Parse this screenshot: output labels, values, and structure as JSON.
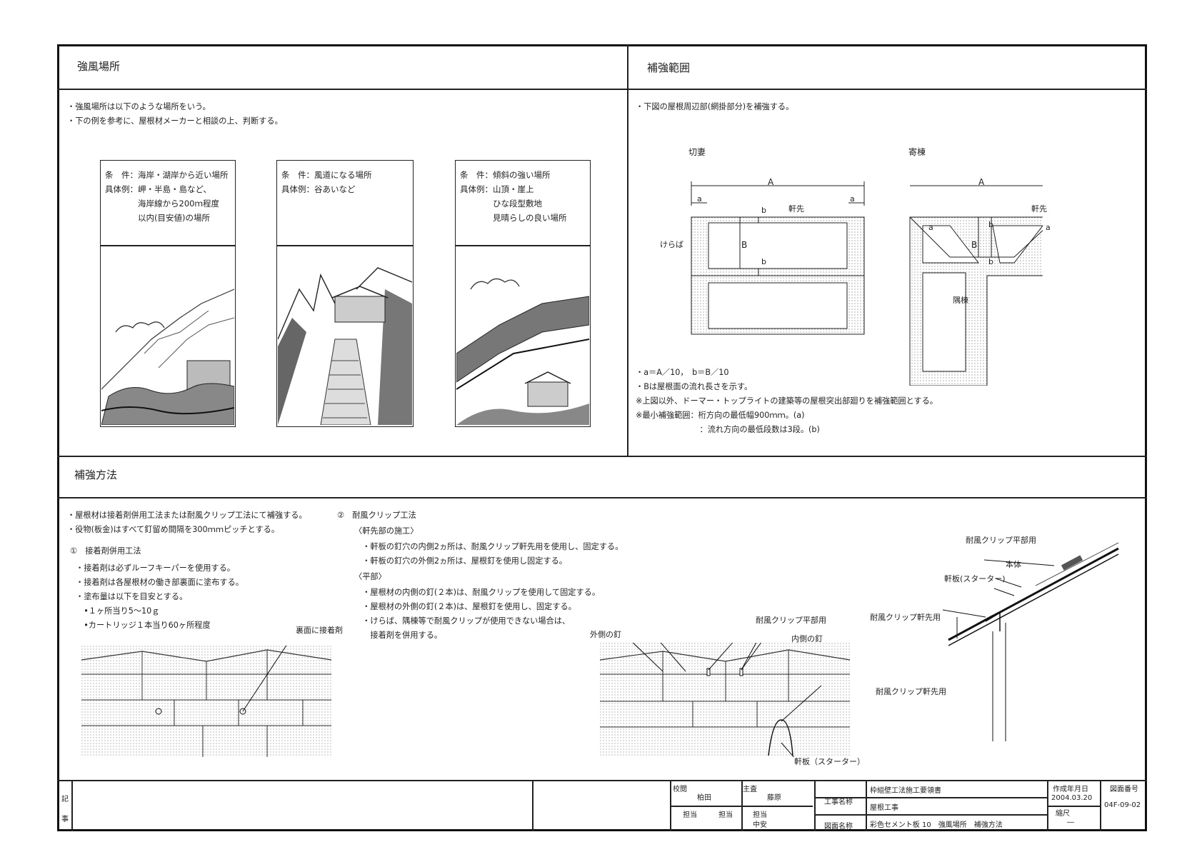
{
  "sections": {
    "wind": {
      "title": "強風場所",
      "notes": [
        "・強風場所は以下のような場所をいう。",
        "・下の例を参考に、屋根材メーカーと相談の上、判断する。"
      ],
      "cards": [
        {
          "lines": [
            "条　件：海岸・湖岸から近い場所",
            "具体例：岬・半島・島など、",
            "　　　　海岸線から200ｍ程度",
            "　　　　以内(目安値)の場所"
          ]
        },
        {
          "lines": [
            "条　件：風道になる場所",
            "具体例：谷あいなど"
          ]
        },
        {
          "lines": [
            "条　件：傾斜の強い場所",
            "具体例：山頂・崖上",
            "　　　　ひな段型敷地",
            "　　　　見晴らしの良い場所"
          ]
        }
      ]
    },
    "range": {
      "title": "補強範囲",
      "note": "・下図の屋根周辺部(網掛部分)を補強する。",
      "labels": {
        "kirizuma": "切妻",
        "yosemune": "寄棟",
        "A": "A",
        "a": "a",
        "b": "b",
        "B": "B",
        "nokisaki": "軒先",
        "keraba": "けらば",
        "sumimune": "隅棟"
      },
      "formula_lines": [
        "・a＝A／10，　b＝B／10",
        "・Bは屋根面の流れ長さを示す。",
        "※上図以外、ドーマー・トップライトの建築等の屋根突出部廻りを補強範囲とする。",
        "※最小補強範囲：桁方向の最低幅900ｍｍ。(a)",
        "　　　　　　　　：流れ方向の最低段数は3段。(b)"
      ]
    },
    "method": {
      "title": "補強方法",
      "intro": [
        "・屋根材は接着剤併用工法または耐風クリップ工法にて補強する。",
        "・役物(板金)はすべて釘留め間隔を300ｍｍピッチとする。"
      ],
      "m1": {
        "heading": "①　接着剤併用工法",
        "lines": [
          "・接着剤は必ずルーフキーパーを使用する。",
          "・接着剤は各屋根材の働き部裏面に塗布する。",
          "・塗布量は以下を目安とする。",
          "　•１ヶ所当り5～10ｇ",
          "　•カートリッジ１本当り60ヶ所程度"
        ],
        "callout": "裏面に接着剤"
      },
      "m2": {
        "heading": "②　耐風クリップ工法",
        "lines": [
          "〈軒先部の施工〉",
          "　・軒板の釘穴の内側2ヵ所は、耐風クリップ軒先用を使用し、固定する。",
          "　・軒板の釘穴の外側2ヵ所は、屋根釘を使用し固定する。",
          "〈平部〉",
          "　・屋根材の内側の釘(２本)は、耐風クリップを使用して固定する。",
          "　・屋根材の外側の釘(２本)は、屋根釘を使用し、固定する。",
          "　・けらば、隅棟等で耐風クリップが使用できない場合は、",
          "　　接着剤を併用する。"
        ],
        "callouts": {
          "outer_nail": "外側の釘",
          "clip_flat": "耐風クリップ平部用",
          "inner_nail": "内側の釘",
          "clip_eave": "耐風クリップ軒先用",
          "starter": "軒板（スターター）"
        }
      },
      "section_callouts": {
        "clip_flat": "耐風クリップ平部用",
        "body": "本体",
        "starter": "軒板(スターター)",
        "clip_eave": "耐風クリップ軒先用"
      }
    }
  },
  "title_block": {
    "remarks_label_1": "記",
    "remarks_label_2": "事",
    "checked_label": "校閲",
    "checked_name": "柏田",
    "chief_label": "主査",
    "chief_name": "藤原",
    "charge_label_1": "担当",
    "charge_label_2": "担当",
    "charge_label_3": "担当",
    "charge_name": "中安",
    "project_label": "工事名称",
    "project_name": "枠組壁工法施工要領書",
    "work_name": "屋根工事",
    "drawing_label": "図面名称",
    "drawing_name": "彩色セメント板 10　強風場所　補強方法",
    "date_label": "作成年月日",
    "date": "2004.03.20",
    "scale_label": "縮尺",
    "scale": "―",
    "number_label": "図面番号",
    "number": "04F-09-02"
  }
}
